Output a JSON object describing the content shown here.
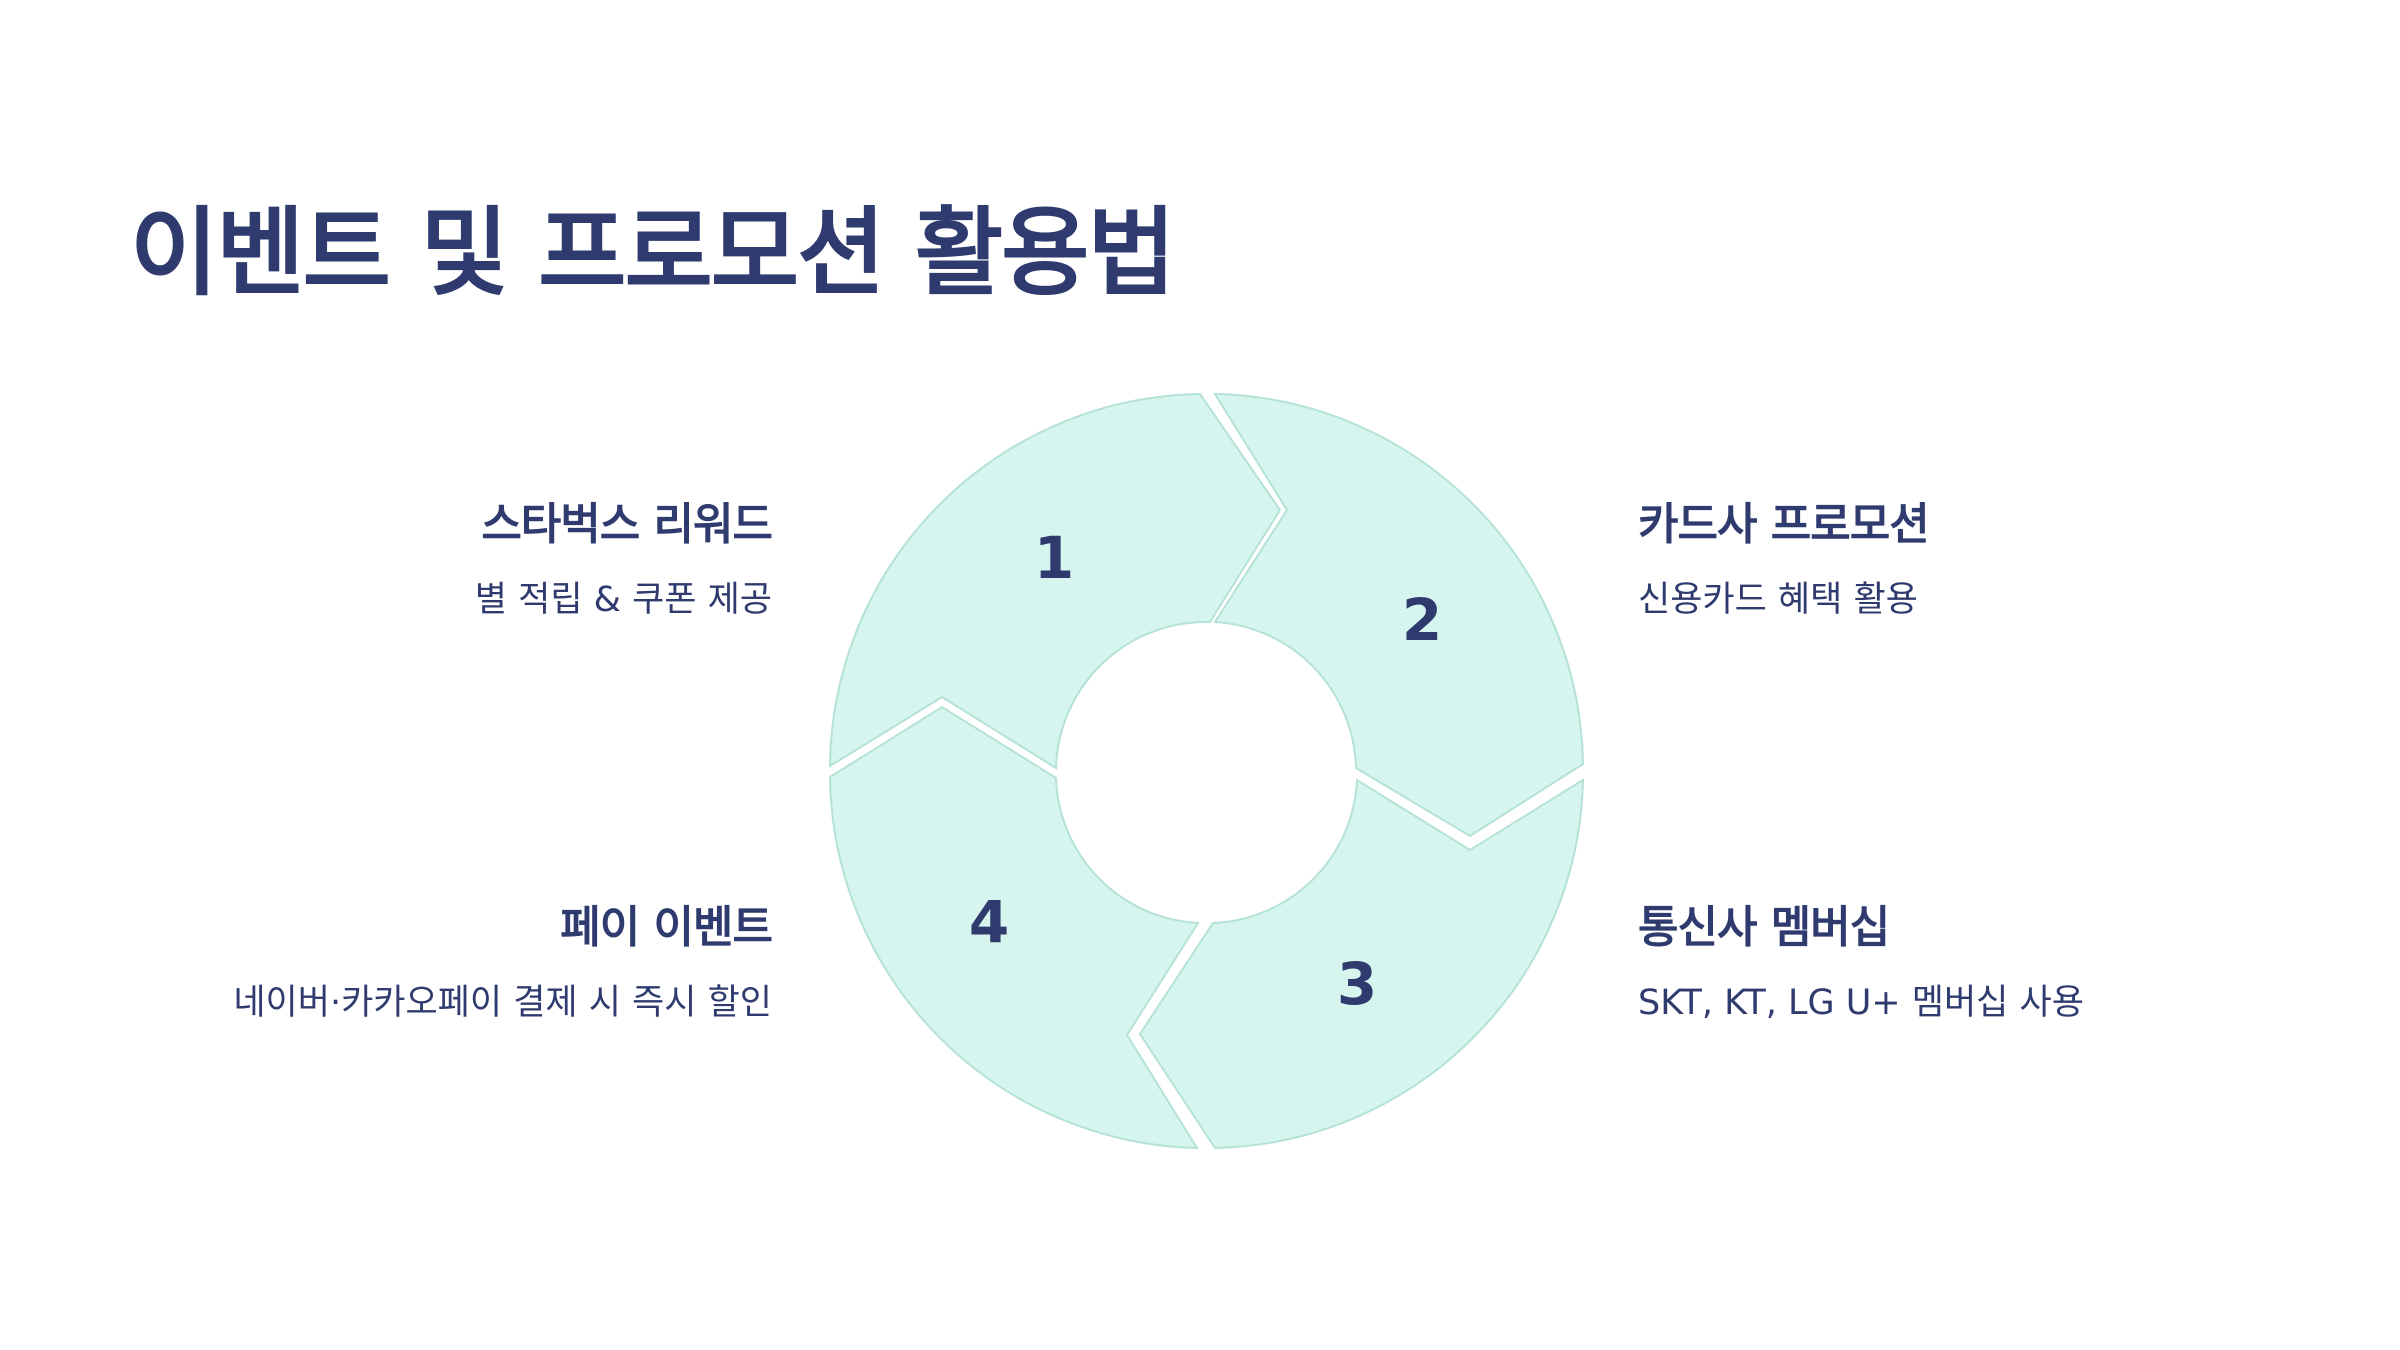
{
  "title": "이벤트 및 프로모션 활용법",
  "colors": {
    "text": "#2f3b6e",
    "segment_fill": "#d6f5ee",
    "segment_stroke": "#b4e2d6"
  },
  "steps": [
    {
      "number": "1",
      "title": "스타벅스 리워드",
      "description": "별 적립 & 쿠폰 제공"
    },
    {
      "number": "2",
      "title": "카드사 프로모션",
      "description": "신용카드 혜택 활용"
    },
    {
      "number": "3",
      "title": "통신사 멤버십",
      "description": "SKT, KT, LG U+ 멤버십 사용"
    },
    {
      "number": "4",
      "title": "페이 이벤트",
      "description": "네이버·카카오페이 결제 시 즉시 할인"
    }
  ]
}
